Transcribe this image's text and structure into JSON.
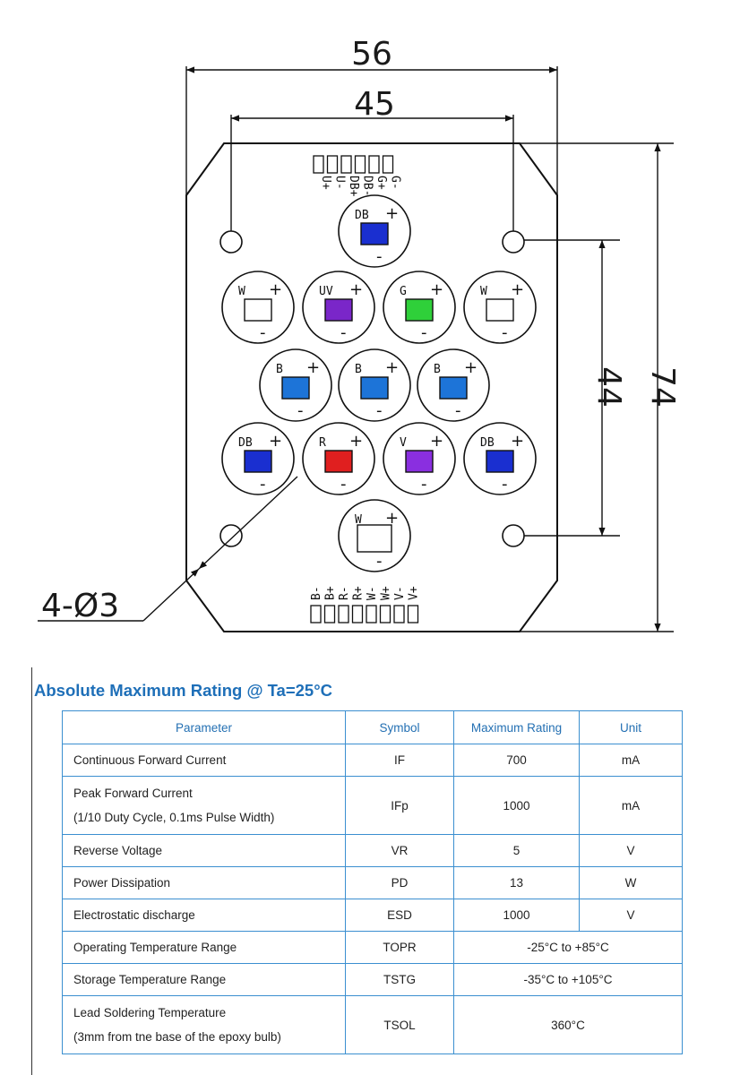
{
  "drawing": {
    "dimensions": {
      "overall_width": "56",
      "hole_spacing_x": "45",
      "hole_spacing_y": "44",
      "overall_height": "74",
      "holes": "4-Ø3"
    },
    "leds": [
      {
        "label": "DB",
        "color": "#1a2fd0",
        "plus": "+",
        "minus": "-"
      },
      {
        "label": "W",
        "color": "#ffffff",
        "plus": "+",
        "minus": "-"
      },
      {
        "label": "UV",
        "color": "#7a26c9",
        "plus": "+",
        "minus": "-"
      },
      {
        "label": "G",
        "color": "#2fd03a",
        "plus": "+",
        "minus": "-"
      },
      {
        "label": "W",
        "color": "#ffffff",
        "plus": "+",
        "minus": "-"
      },
      {
        "label": "B",
        "color": "#1d74d8",
        "plus": "+",
        "minus": "-"
      },
      {
        "label": "B",
        "color": "#1d74d8",
        "plus": "+",
        "minus": "-"
      },
      {
        "label": "B",
        "color": "#1d74d8",
        "plus": "+",
        "minus": "-"
      },
      {
        "label": "DB",
        "color": "#1a2fd0",
        "plus": "+",
        "minus": "-"
      },
      {
        "label": "R",
        "color": "#e01f1f",
        "plus": "+",
        "minus": "-"
      },
      {
        "label": "V",
        "color": "#8a2fe0",
        "plus": "+",
        "minus": "-"
      },
      {
        "label": "DB",
        "color": "#1a2fd0",
        "plus": "+",
        "minus": "-"
      },
      {
        "label": "W",
        "color": "#ffffff",
        "plus": "+",
        "minus": "-"
      }
    ],
    "pins_top": [
      "U+",
      "U-",
      "DB+",
      "DB-",
      "G+",
      "G-"
    ],
    "pins_bottom": [
      "B-",
      "B+",
      "R-",
      "R+",
      "W-",
      "W+",
      "V-",
      "V+"
    ]
  },
  "section": {
    "title": "Absolute Maximum Rating @ Ta=25°C"
  },
  "table": {
    "headers": {
      "parameter": "Parameter",
      "symbol": "Symbol",
      "rating": "Maximum Rating",
      "unit": "Unit"
    },
    "rows": [
      {
        "param": "Continuous Forward Current",
        "sub": "",
        "symbol": "IF",
        "rating": "700",
        "unit": "mA"
      },
      {
        "param": "Peak Forward Current",
        "sub": "(1/10 Duty Cycle, 0.1ms Pulse Width)",
        "symbol": "IFp",
        "rating": "1000",
        "unit": "mA"
      },
      {
        "param": "Reverse Voltage",
        "sub": "",
        "symbol": "VR",
        "rating": "5",
        "unit": "V"
      },
      {
        "param": "Power Dissipation",
        "sub": "",
        "symbol": "PD",
        "rating": "13",
        "unit": "W"
      },
      {
        "param": "Electrostatic discharge",
        "sub": "",
        "symbol": "ESD",
        "rating": "1000",
        "unit": "V"
      },
      {
        "param": "Operating Temperature Range",
        "sub": "",
        "symbol": "TOPR",
        "rating": "-25°C to +85°C",
        "unit": ""
      },
      {
        "param": "Storage Temperature Range",
        "sub": "",
        "symbol": "TSTG",
        "rating": "-35°C to +105°C",
        "unit": ""
      },
      {
        "param": "Lead Soldering Temperature",
        "sub": "(3mm from tne base of the epoxy bulb)",
        "symbol": "TSOL",
        "rating": "360°C",
        "unit": ""
      }
    ]
  }
}
